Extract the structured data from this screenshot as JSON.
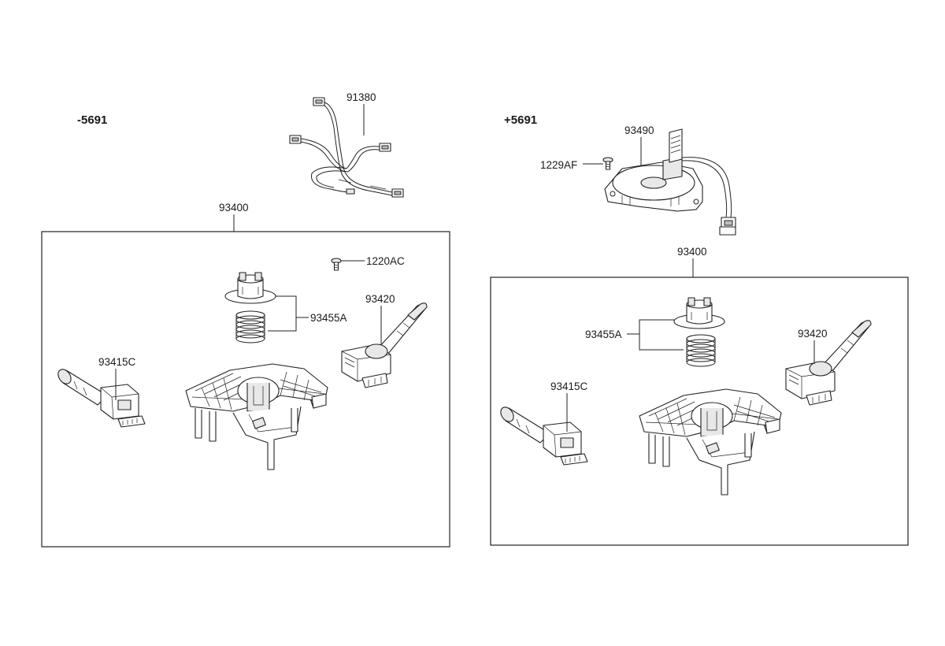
{
  "left": {
    "variant_label": "-5691",
    "harness_label": "91380",
    "assembly_label": "93400",
    "screw_label": "1220AC",
    "spring_label": "93455A",
    "wiper_switch_label": "93420",
    "light_switch_label": "93415C"
  },
  "right": {
    "variant_label": "+5691",
    "clock_spring_label": "93490",
    "screw_label": "1229AF",
    "assembly_label": "93400",
    "spring_label": "93455A",
    "wiper_switch_label": "93420",
    "light_switch_label": "93415C"
  }
}
